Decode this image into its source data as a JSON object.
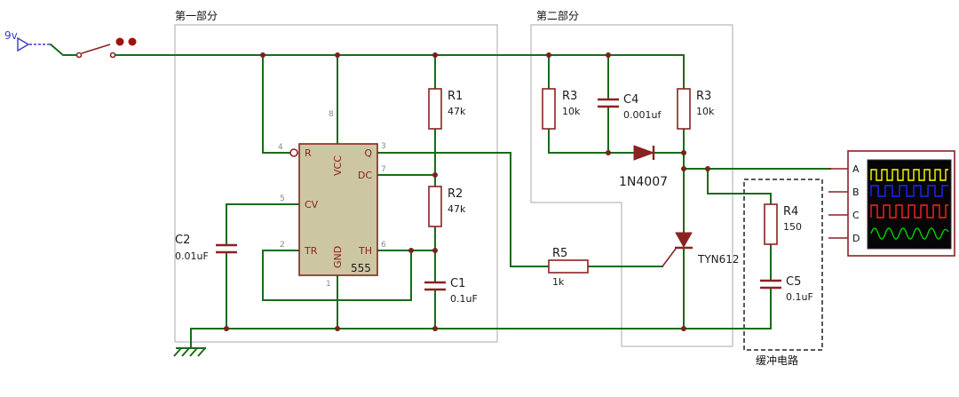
{
  "power": {
    "label": "9v"
  },
  "sections": {
    "part1": "第一部分",
    "part2": "第二部分",
    "buffer": "缓冲电路"
  },
  "ic": {
    "name": "555",
    "pins": {
      "r": "R",
      "vcc": "VCC",
      "q": "Q",
      "dc": "DC",
      "cv": "CV",
      "tr": "TR",
      "gnd": "GND",
      "th": "TH"
    },
    "numbers": {
      "n1": "1",
      "n2": "2",
      "n3": "3",
      "n4": "4",
      "n5": "5",
      "n6": "6",
      "n7": "7",
      "n8": "8"
    }
  },
  "components": {
    "r1": {
      "ref": "R1",
      "value": "47k"
    },
    "r2": {
      "ref": "R2",
      "value": "47k"
    },
    "r3a": {
      "ref": "R3",
      "value": "10k"
    },
    "r3b": {
      "ref": "R3",
      "value": "10k"
    },
    "r4": {
      "ref": "R4",
      "value": "150"
    },
    "r5": {
      "ref": "R5",
      "value": "1k"
    },
    "c1": {
      "ref": "C1",
      "value": "0.1uF"
    },
    "c2": {
      "ref": "C2",
      "value": "0.01uF"
    },
    "c4": {
      "ref": "C4",
      "value": "0.001uf"
    },
    "c5": {
      "ref": "C5",
      "value": "0.1uF"
    },
    "diode": {
      "ref": "1N4007"
    },
    "scr": {
      "ref": "TYN612"
    }
  },
  "oscilloscope": {
    "channels": [
      "A",
      "B",
      "C",
      "D"
    ]
  },
  "colors": {
    "wire": "#1a6b1a",
    "component": "#8b2222",
    "ic_fill": "#cdc6a2",
    "power_blue": "#3a3ac8",
    "trace_yellow": "#ffff00",
    "trace_blue": "#2424ff",
    "trace_red": "#ff2020",
    "trace_green": "#00d000"
  }
}
